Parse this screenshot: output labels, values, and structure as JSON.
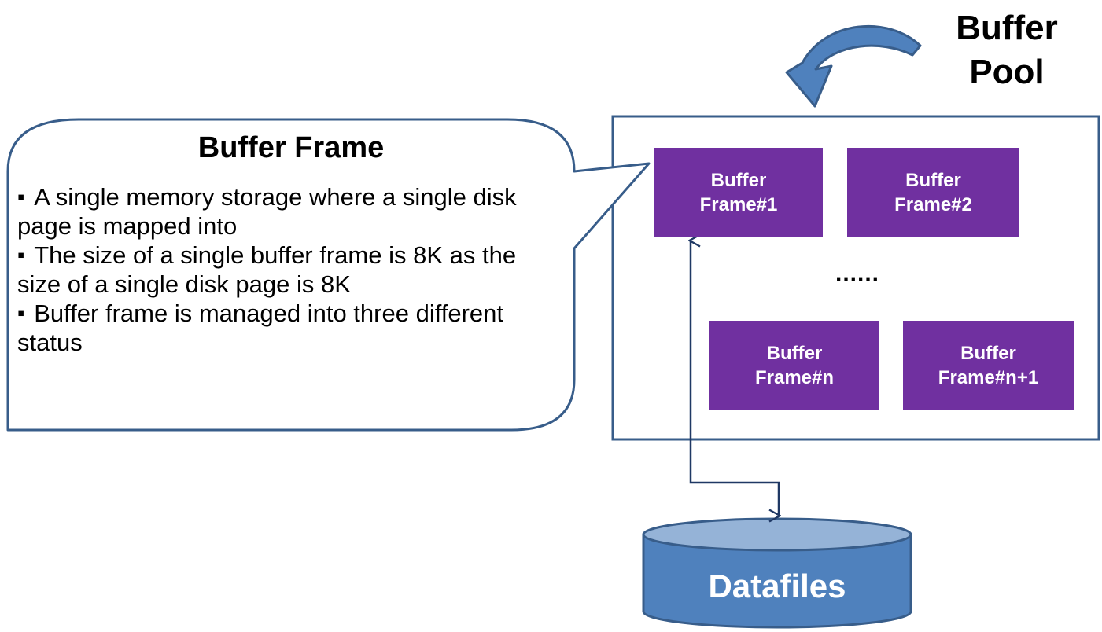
{
  "buffer_pool": {
    "title_lines": [
      "Buffer",
      "Pool"
    ],
    "frames": [
      {
        "line1": "Buffer",
        "line2": "Frame#1"
      },
      {
        "line1": "Buffer",
        "line2": "Frame#2"
      },
      {
        "line1": "Buffer",
        "line2": "Frame#n"
      },
      {
        "line1": "Buffer",
        "line2": "Frame#n+1"
      }
    ],
    "ellipsis": "......"
  },
  "callout": {
    "title": "Buffer Frame",
    "bullets": [
      "A single memory storage where a single disk page is mapped into",
      "The size of a single buffer frame is 8K as the size of a single disk page is 8K",
      "Buffer frame is managed into three different status"
    ]
  },
  "datafiles": {
    "label": "Datafiles"
  },
  "colors": {
    "frame_fill": "#7030A0",
    "outline": "#385D8A",
    "cylinder_fill": "#4F81BD",
    "cylinder_top": "#95B3D7",
    "connector": "#1F3864"
  }
}
